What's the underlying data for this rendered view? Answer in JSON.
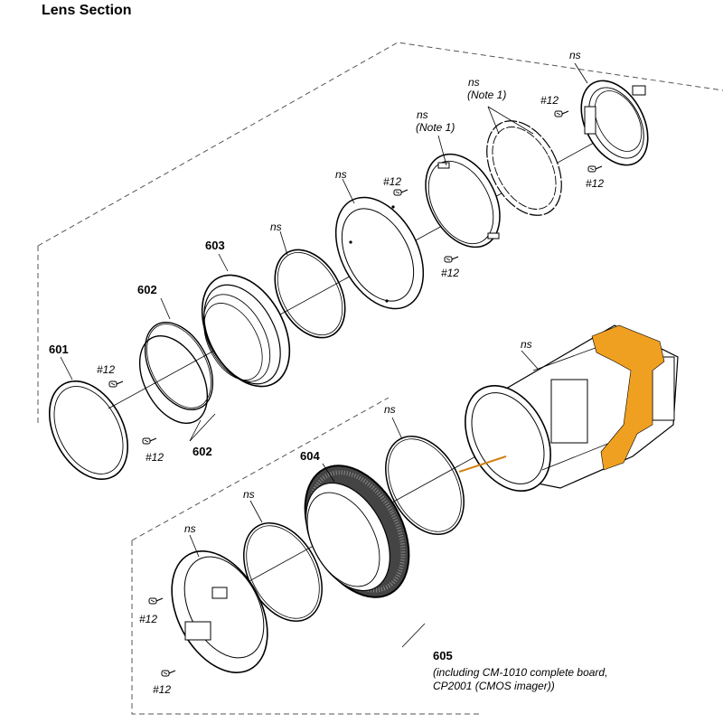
{
  "title": "Lens Section",
  "labels": {
    "ns": "ns",
    "note1": "(Note 1)",
    "screw": "#12",
    "p601": "601",
    "p602": "602",
    "p603": "603",
    "p604": "604",
    "p605": "605",
    "note605_line1": "(including CM-1010 complete board,",
    "note605_line2": "CP2001 (CMOS imager))"
  },
  "colors": {
    "line": "#000000",
    "highlight_board": "#f0a020"
  }
}
